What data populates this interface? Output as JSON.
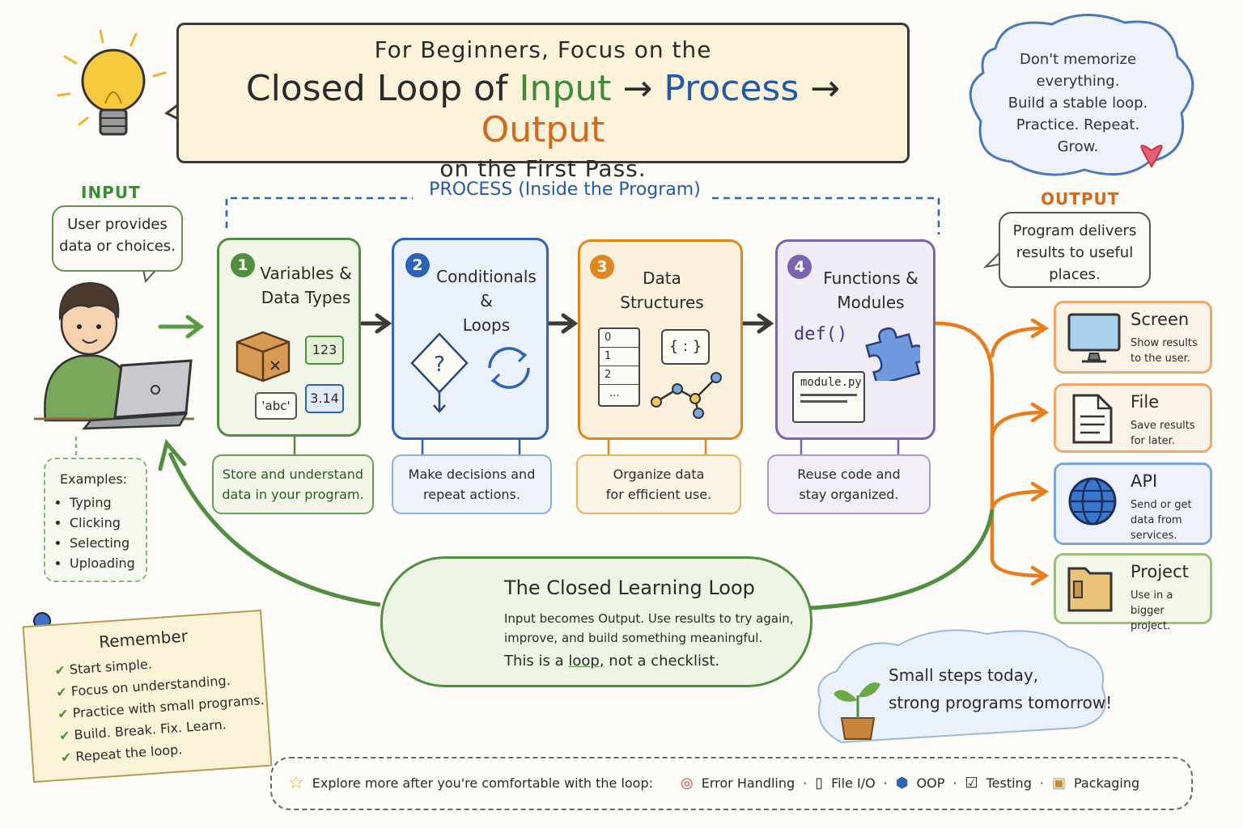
{
  "title": {
    "line1": "For Beginners, Focus on the",
    "line2_prefix": "Closed Loop of",
    "word_input": "Input",
    "arrow1": "→",
    "word_process": "Process",
    "arrow2": "→",
    "word_output": "Output",
    "line3": "on the First Pass."
  },
  "advice_cloud": [
    "Don't memorize",
    "everything.",
    "Build a stable loop.",
    "Practice. Repeat.",
    "Grow."
  ],
  "input": {
    "label": "INPUT",
    "bubble": [
      "User provides",
      "data or choices."
    ],
    "examples_title": "Examples:",
    "examples": [
      "Typing",
      "Clicking",
      "Selecting",
      "Uploading"
    ]
  },
  "process_label": "PROCESS (Inside the Program)",
  "steps": [
    {
      "num": "1",
      "title": [
        "Variables &",
        "Data Types"
      ],
      "desc": [
        "Store and understand",
        "data in your program."
      ],
      "icons": [
        "123",
        "3.14",
        "'abc'"
      ]
    },
    {
      "num": "2",
      "title": [
        "Conditionals &",
        "Loops"
      ],
      "desc": [
        "Make decisions and",
        "repeat actions."
      ],
      "icons": [
        "?"
      ]
    },
    {
      "num": "3",
      "title": [
        "Data",
        "Structures"
      ],
      "desc": [
        "Organize data",
        "for efficient use."
      ],
      "icons": [
        "0",
        "1",
        "2",
        "...",
        "{ : }"
      ]
    },
    {
      "num": "4",
      "title": [
        "Functions &",
        "Modules"
      ],
      "desc": [
        "Reuse code and",
        "stay organized."
      ],
      "icons": [
        "def()",
        "module.py"
      ]
    }
  ],
  "output": {
    "label": "OUTPUT",
    "bubble": [
      "Program delivers",
      "results to useful",
      "places."
    ],
    "cards": [
      {
        "title": "Screen",
        "desc": [
          "Show results",
          "to the user."
        ]
      },
      {
        "title": "File",
        "desc": [
          "Save results",
          "for later."
        ]
      },
      {
        "title": "API",
        "desc": [
          "Send or get",
          "data from",
          "services."
        ]
      },
      {
        "title": "Project",
        "desc": [
          "Use in a bigger",
          "project."
        ]
      }
    ]
  },
  "loop": {
    "title": "The Closed Learning Loop",
    "line1": "Input becomes Output. Use results to try again,",
    "line2": "improve, and build something meaningful.",
    "line3_a": "This is a",
    "line3_b": "loop,",
    "line3_c": "not a checklist."
  },
  "remember": {
    "title": "Remember",
    "items": [
      "Start simple.",
      "Focus on understanding.",
      "Practice with small programs.",
      "Build. Break. Fix. Learn.",
      "Repeat the loop."
    ]
  },
  "small_steps": [
    "Small steps today,",
    "strong programs tomorrow!"
  ],
  "footer": {
    "lead": "Explore more after you're comfortable with the loop:",
    "topics": [
      "Error Handling",
      "File I/O",
      "OOP",
      "Testing",
      "Packaging"
    ],
    "sep": "·"
  },
  "colors": {
    "green": "#4f8f3f",
    "blue": "#2f63b5",
    "orange": "#e0861f",
    "purple": "#7a64b0",
    "arrow_orange": "#e87d1e"
  }
}
